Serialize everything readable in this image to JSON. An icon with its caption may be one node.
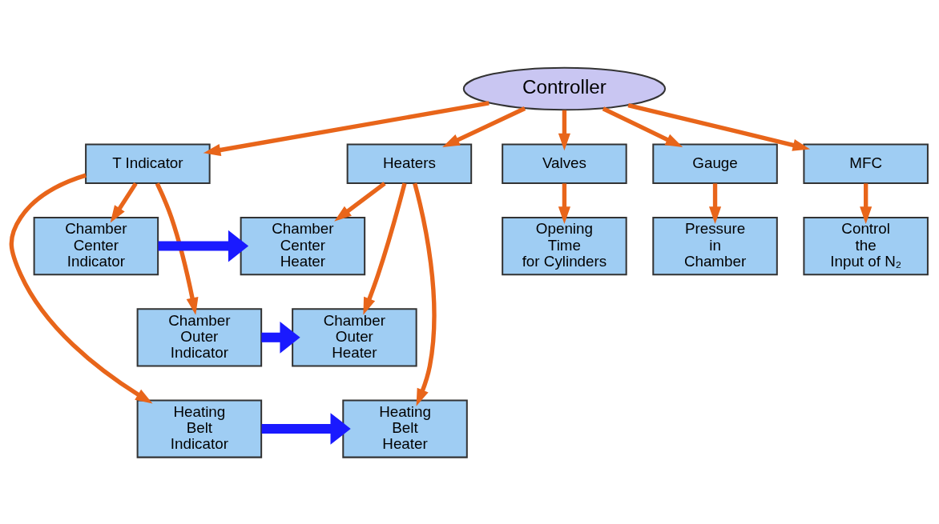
{
  "diagram": {
    "nodes": [
      {
        "text": [
          "Controller"
        ]
      },
      {
        "text": [
          "T Indicator"
        ]
      },
      {
        "text": [
          "Heaters"
        ]
      },
      {
        "text": [
          "Valves"
        ]
      },
      {
        "text": [
          "Gauge"
        ]
      },
      {
        "text": [
          "MFC"
        ]
      },
      {
        "text": [
          "Chamber Center Indicator"
        ]
      },
      {
        "text": [
          "Chamber Center Heater"
        ]
      },
      {
        "text": [
          "Chamber Outer Indicator"
        ]
      },
      {
        "text": [
          "Chamber Outer Heater"
        ]
      },
      {
        "text": [
          "Heating Belt Indicator"
        ]
      },
      {
        "text": [
          "Heating Belt Heater"
        ]
      },
      {
        "text": [
          "Opening Time for Cylinders"
        ]
      },
      {
        "text": [
          "Pressure in Chamber"
        ]
      },
      {
        "text": [
          "Control the Input of N₂"
        ]
      }
    ],
    "edges": [
      {
        "from": 0,
        "to": 1,
        "arrow": "to"
      },
      {
        "from": 0,
        "to": 2,
        "arrow": "to"
      },
      {
        "from": 0,
        "to": 3,
        "arrow": "to"
      },
      {
        "from": 0,
        "to": 4,
        "arrow": "to"
      },
      {
        "from": 0,
        "to": 5,
        "arrow": "to"
      },
      {
        "from": 1,
        "to": 6,
        "arrow": "to"
      },
      {
        "from": 1,
        "to": 8,
        "arrow": "to"
      },
      {
        "from": 1,
        "to": 10,
        "arrow": "to"
      },
      {
        "from": 2,
        "to": 7,
        "arrow": "to"
      },
      {
        "from": 2,
        "to": 9,
        "arrow": "to"
      },
      {
        "from": 2,
        "to": 11,
        "arrow": "to"
      },
      {
        "from": 6,
        "to": 7,
        "arrow": "to",
        "style": "thick",
        "color": "#1a1aff"
      },
      {
        "from": 8,
        "to": 9,
        "arrow": "to",
        "style": "thick",
        "color": "#1a1aff"
      },
      {
        "from": 10,
        "to": 11,
        "arrow": "to",
        "style": "thick",
        "color": "#1a1aff"
      },
      {
        "from": 3,
        "to": 12,
        "arrow": "to"
      },
      {
        "from": 4,
        "to": 13,
        "arrow": "to"
      },
      {
        "from": 5,
        "to": 14,
        "arrow": "to"
      }
    ]
  }
}
